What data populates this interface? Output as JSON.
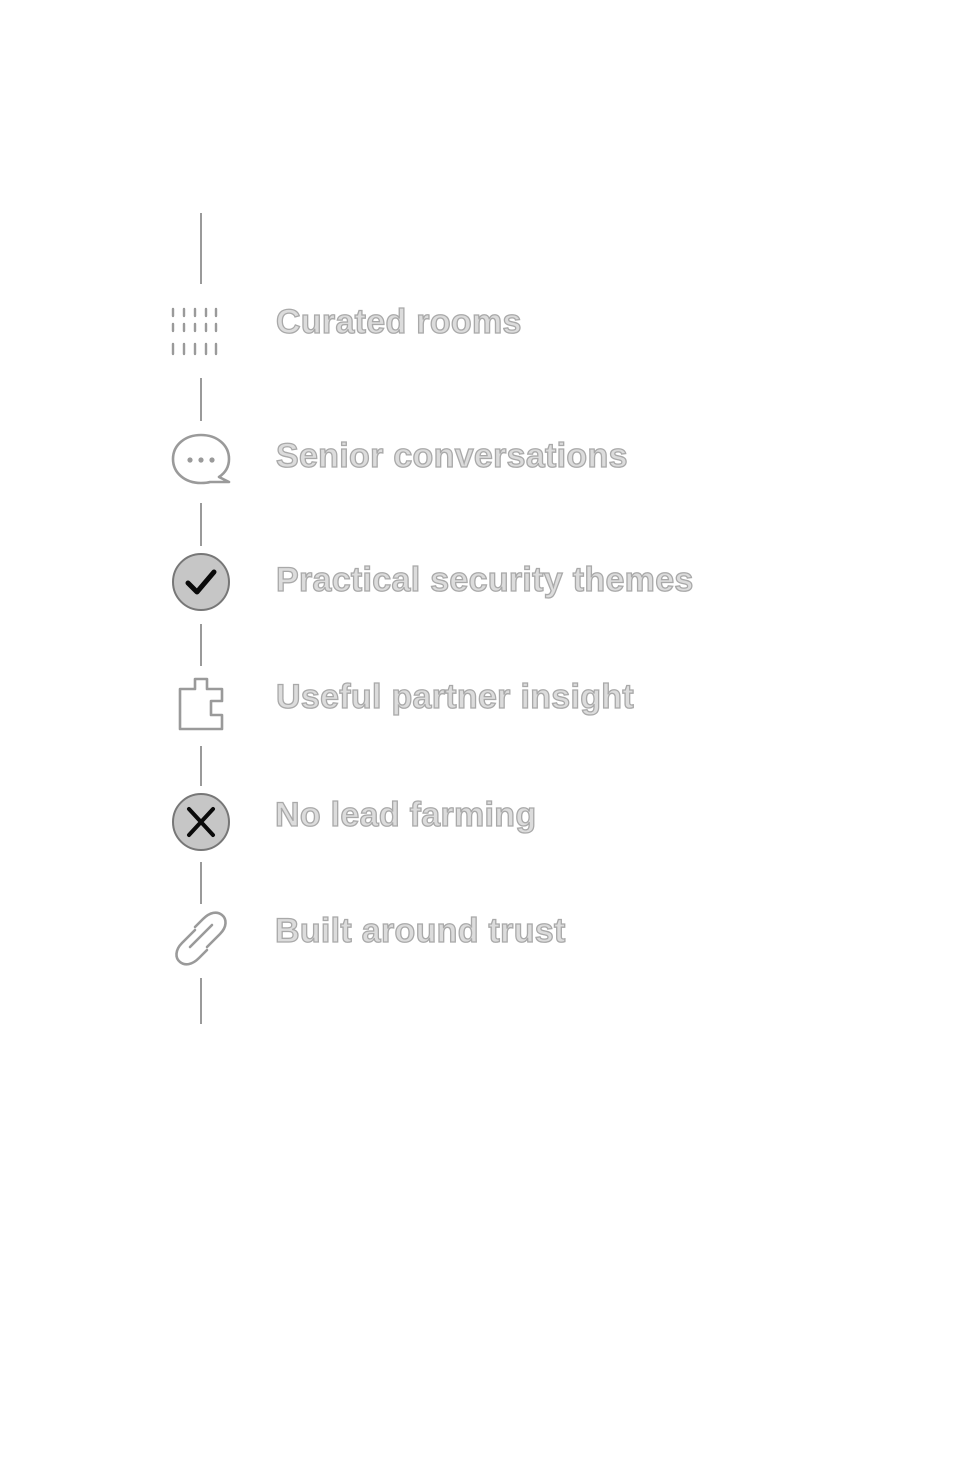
{
  "features": {
    "items": [
      {
        "icon": "grid-dots-icon",
        "label": "Curated rooms"
      },
      {
        "icon": "chat-bubble-icon",
        "label": "Senior conversations"
      },
      {
        "icon": "checkmark-circle-icon",
        "label": "Practical security themes"
      },
      {
        "icon": "puzzle-piece-icon",
        "label": "Useful partner insight"
      },
      {
        "icon": "x-circle-icon",
        "label": "No lead farming"
      },
      {
        "icon": "link-icon",
        "label": "Built around trust"
      }
    ]
  }
}
